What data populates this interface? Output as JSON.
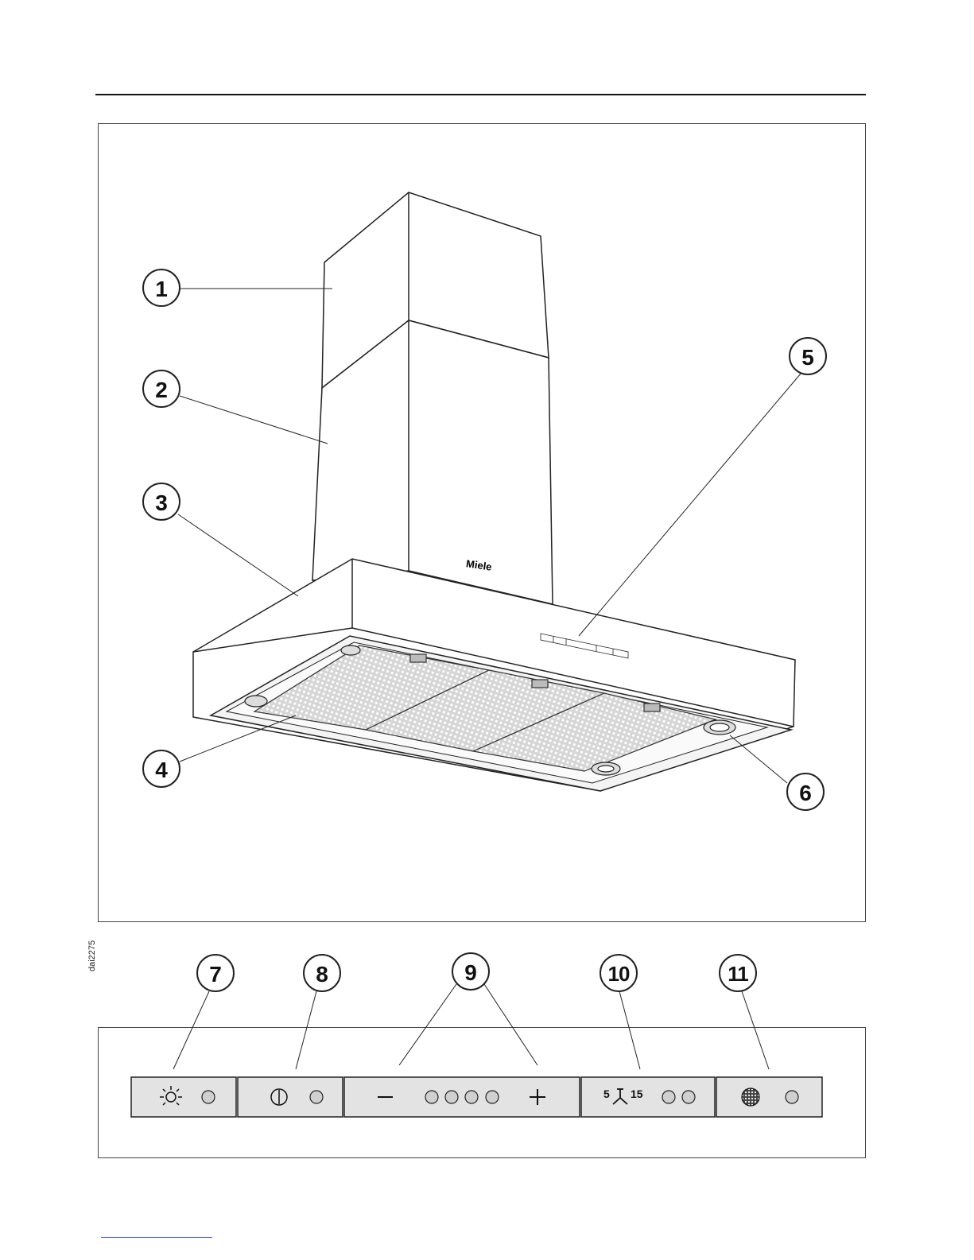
{
  "figure_code": "dai2275",
  "brand_logo": "Miele",
  "callouts": {
    "c1": "1",
    "c2": "2",
    "c3": "3",
    "c4": "4",
    "c5": "5",
    "c6": "6",
    "c7": "7",
    "c8": "8",
    "c9": "9",
    "c10": "10",
    "c11": "11"
  },
  "panel": {
    "fan_symbol_left": "5",
    "fan_symbol_right": "15",
    "icons": [
      "lighting-icon",
      "power-icon",
      "minus-icon",
      "plus-icon",
      "fan-runon-icon",
      "grease-filter-icon"
    ],
    "indicator_counts": {
      "light": 1,
      "power": 1,
      "fan_speed": 4,
      "runon": 2,
      "filter": 1
    }
  },
  "colors": {
    "panel_fill": "#e3e3e3",
    "filter_mesh": "#c8c8c8",
    "line": "#222222"
  }
}
